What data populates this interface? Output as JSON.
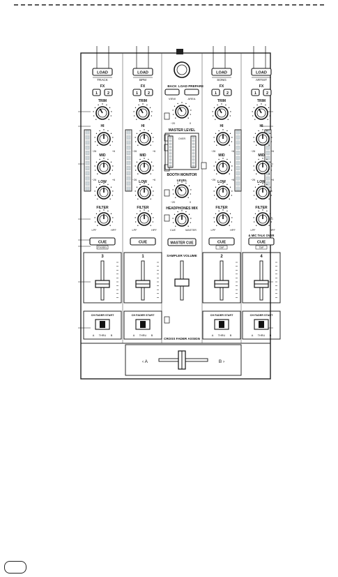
{
  "channels": [
    {
      "id": "ch3",
      "number": "3",
      "load_label": "LOAD",
      "secondary_label": "TRACK",
      "fx_labels": [
        "1",
        "2"
      ],
      "fx_title": "FX",
      "trim_label": "TRIM",
      "hi_label": "HI",
      "mid_label": "MID",
      "low_label": "LOW",
      "filter_label": "FILTER",
      "filter_left": "LPF",
      "filter_right": "HPF",
      "cue_label": "CUE",
      "cue_extra": "",
      "cue_sub": "FIX/SEL",
      "fader_start_label": "CH FADER START"
    },
    {
      "id": "ch1",
      "number": "1",
      "load_label": "LOAD",
      "secondary_label": "BPM",
      "fx_labels": [
        "1",
        "2"
      ],
      "fx_title": "FX",
      "trim_label": "TRIM",
      "hi_label": "HI",
      "mid_label": "MID",
      "low_label": "LOW",
      "filter_label": "FILTER",
      "filter_left": "LPF",
      "filter_right": "HPF",
      "cue_label": "CUE",
      "cue_extra": "",
      "cue_sub": "",
      "fader_start_label": "CH FADER START"
    },
    {
      "id": "ch2",
      "number": "2",
      "load_label": "LOAD",
      "secondary_label": "SONG",
      "fx_labels": [
        "1",
        "2"
      ],
      "fx_title": "FX",
      "trim_label": "TRIM",
      "hi_label": "HI",
      "mid_label": "MID",
      "low_label": "LOW",
      "filter_label": "FILTER",
      "filter_left": "LPF",
      "filter_right": "HPF",
      "cue_label": "CUE",
      "cue_extra": "",
      "cue_sub": "TAP",
      "fader_start_label": "CH FADER START"
    },
    {
      "id": "ch4",
      "number": "4",
      "load_label": "LOAD",
      "secondary_label": "ARTIST",
      "fx_labels": [
        "1",
        "2"
      ],
      "fx_title": "FX",
      "trim_label": "TRIM",
      "hi_label": "HI",
      "mid_label": "MID",
      "low_label": "LOW",
      "filter_label": "FILTER",
      "filter_left": "LPF",
      "filter_right": "HPF",
      "cue_label": "CUE",
      "cue_extra": "& MIC TALK OVER",
      "cue_sub": "TAP",
      "fader_start_label": "CH FADER START"
    }
  ],
  "assign": {
    "left": "A",
    "thru": "THRU",
    "right": "B"
  },
  "center": {
    "back_label": "BACK",
    "load_prepare_label": "LOAD PREPARE",
    "view_label": "VIEW",
    "area_label": "AREA",
    "master_level_label": "MASTER LEVEL",
    "over_label": "OVER",
    "booth_label": "BOOTH MONITOR",
    "level_label": "LEVEL",
    "headphones_label": "HEADPHONES MIX",
    "cue_label": "CUE",
    "master_label": "MASTER",
    "master_cue_label": "MASTER CUE",
    "sampler_label": "SAMPLER VOLUME",
    "crossfader_assign_label": "CROSS FADER ASSIGN",
    "knob_min": "−20",
    "knob_max": "0"
  },
  "crossfader": {
    "left": "‹ A",
    "right": "B ›"
  },
  "eq_scale": {
    "min": "−26",
    "max": "+6"
  },
  "icons": {
    "browse": "rotary-encoder-icon",
    "phones": "headphones-icon"
  }
}
